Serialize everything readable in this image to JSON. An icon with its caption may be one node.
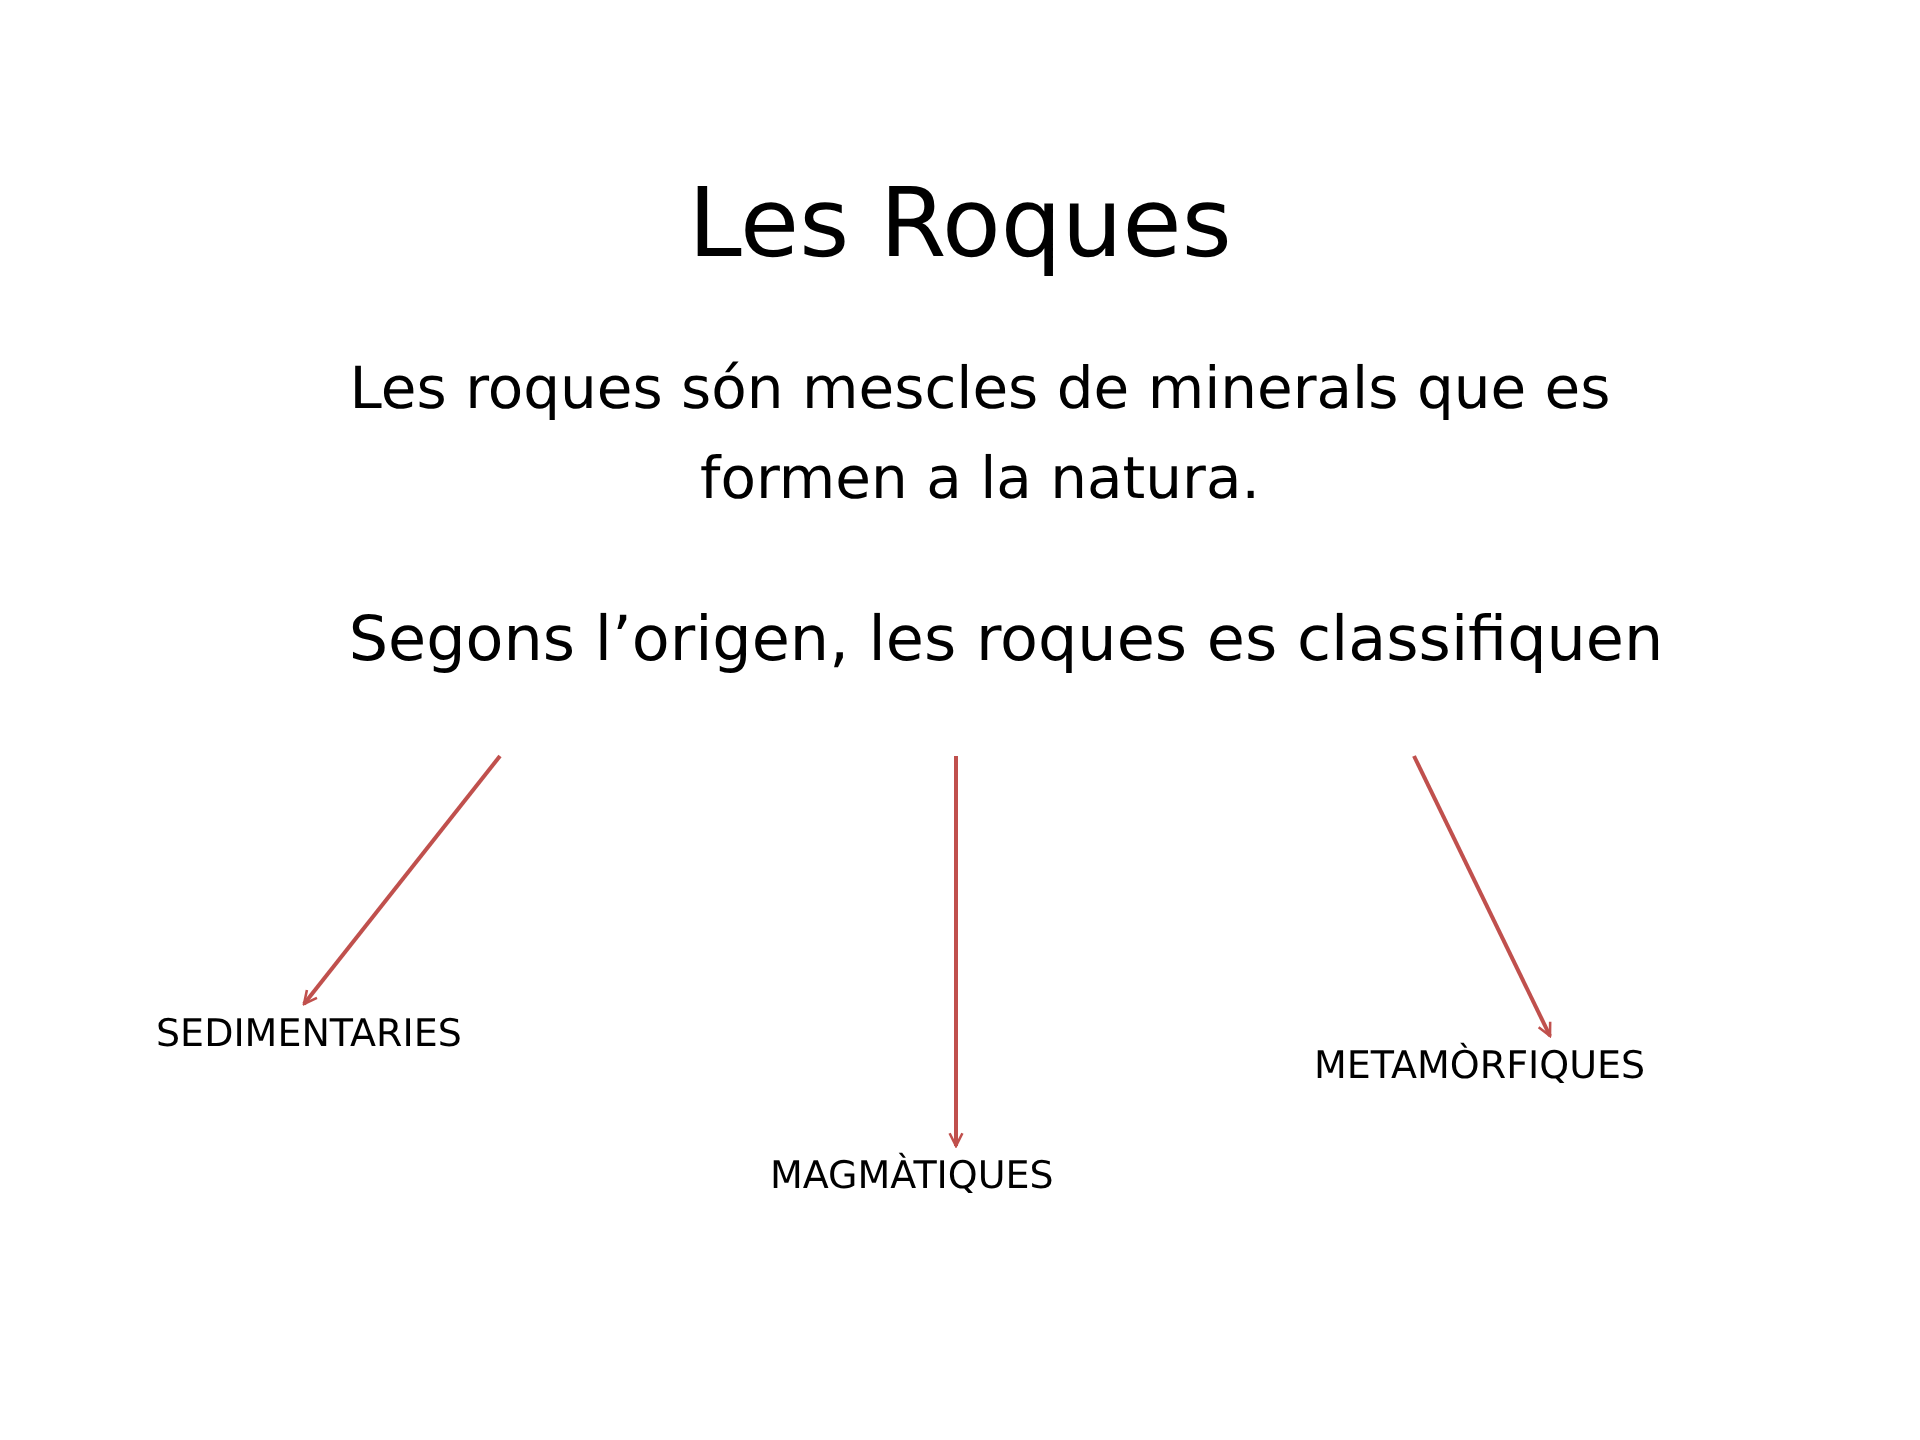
{
  "diagram": {
    "title": "Les Roques",
    "nodes": [
      {
        "text": [
          "Segons l’origen, les roques es classifiquen"
        ]
      },
      {
        "text": [
          "SEDIMENTARIES"
        ]
      },
      {
        "text": [
          "MAGMÀTIQUES"
        ]
      },
      {
        "text": [
          "METAMÒRFIQUES"
        ]
      }
    ],
    "edges": [
      {
        "from": 0,
        "to": 1,
        "arrow": "to"
      },
      {
        "from": 0,
        "to": 2,
        "arrow": "to"
      },
      {
        "from": 0,
        "to": 3,
        "arrow": "to"
      }
    ],
    "labels": [
      "Les roques són mescles de minerals que es formen a la natura."
    ]
  }
}
